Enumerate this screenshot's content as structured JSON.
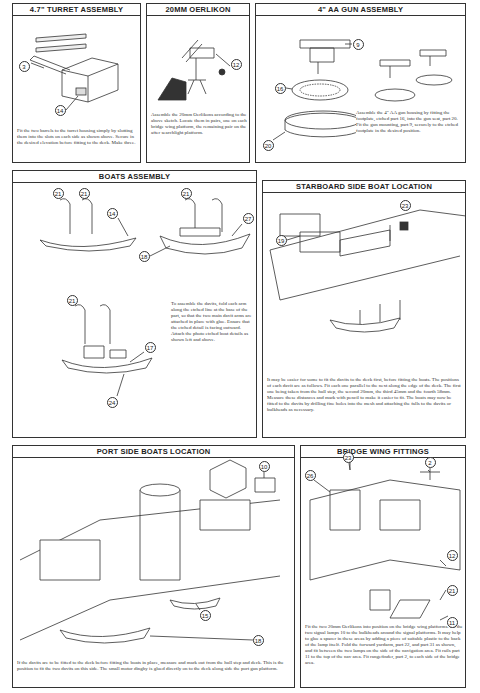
{
  "diagram": {
    "nodes": [
      {
        "text": [
          "4.7\" TURRET ASSEMBLY",
          "Fit the two barrels to the turret housing simply by slotting them into the slots on each side as shown above. Secure in the desired elevation before fitting to the deck. Make three."
        ]
      },
      {
        "text": [
          "20MM OERLIKON",
          "Assemble the 20mm Oerlikons according to the above sketch. Locate them in pairs, one on each bridge wing platform, the remaining pair on the after searchlight platform."
        ]
      },
      {
        "text": [
          "4\" AA GUN ASSEMBLY",
          "Assemble the 4\" AA gun housing by fitting the footplate, etched part 16, into the gun seat, part 20. Fit the gun mounting, part 9, securely to the etched footplate in the desired position."
        ]
      },
      {
        "text": [
          "BOATS ASSEMBLY",
          "To assemble the davits, fold each arm along the etched line at the base of the part, so that the two main davit arms are attached in place with glue. Ensure that the etched detail is facing outward. Attach the photo etched boat details as shown left and above."
        ]
      },
      {
        "text": [
          "STARBOARD SIDE BOAT LOCATION",
          "It may be easier for some to fit the davits to the deck first, before fitting the boats. The positions of each davit are as follows. Fit each one parallel to the next along the edge of the deck. The first one being taken from the hull step, the second 20mm, the third 45mm and the fourth 58mm. Measure these distances and mark with pencil to make it easier to fit. The boats may now be fitted to the davits by drilling fine holes into the mesh and attaching the falls to the davits or bulkheads as necessary."
        ]
      },
      {
        "text": [
          "PORT SIDE BOATS LOCATION",
          "If the davits are to be fitted to the deck before fitting the boats in place, measure and mark out from the hull step and deck. This is the position to fit the two davits on this side. The small motor dinghy is glued directly on to the deck along side the port gun platform."
        ]
      },
      {
        "text": [
          "BRIDGE WING FITTINGS",
          "Fit the two 20mm Oerlikons into position on the bridge wing platforms. Fit the two signal lamps 10 to the bulkheads around the signal platforms. It may help to glue a spacer in these areas by adding a piece of suitable plastic to the back of the lamp itself. Fold the forward yardarm, part 22, and part 31 as shown, and fit between the two lamps on the side of the navigation area. Fit rails part 11 to the top of the nav area. Fit rangefinder, part 2, to each side of the bridge area."
        ]
      }
    ],
    "labels": [
      "3",
      "14",
      "12",
      "9",
      "16",
      "20",
      "21",
      "21",
      "14",
      "21",
      "27",
      "18",
      "21",
      "17",
      "24",
      "23",
      "19",
      "10",
      "18",
      "15",
      "26",
      "23",
      "2",
      "12",
      "21",
      "11"
    ]
  }
}
